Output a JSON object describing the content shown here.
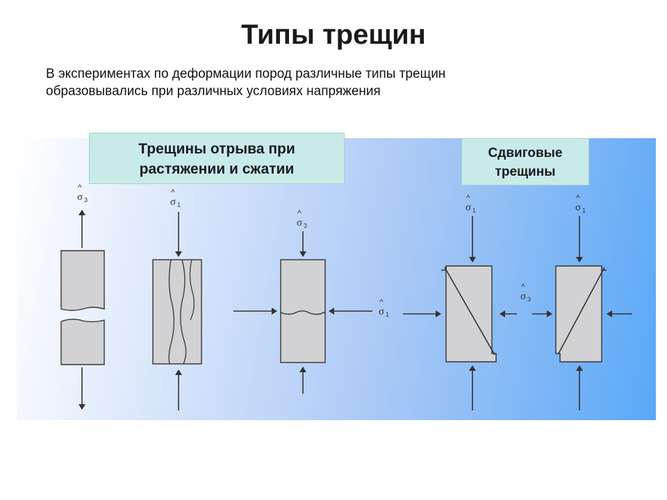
{
  "title": "Типы трещин",
  "subtitle_lines": [
    "В экспериментах по деформации пород различные типы трещин",
    "образовывались при различных условиях напряжения"
  ],
  "labels": {
    "tension": [
      "Трещины отрыва при",
      "растяжении и сжатии"
    ],
    "shear": [
      "Сдвиговые",
      "трещины"
    ]
  },
  "stress_symbols": {
    "sigma": "σ",
    "hat": "^",
    "sub1": "1",
    "sub3": "3"
  },
  "colors": {
    "block_fill": "#d2d2d4",
    "label_fill": "#c8ebe8"
  }
}
